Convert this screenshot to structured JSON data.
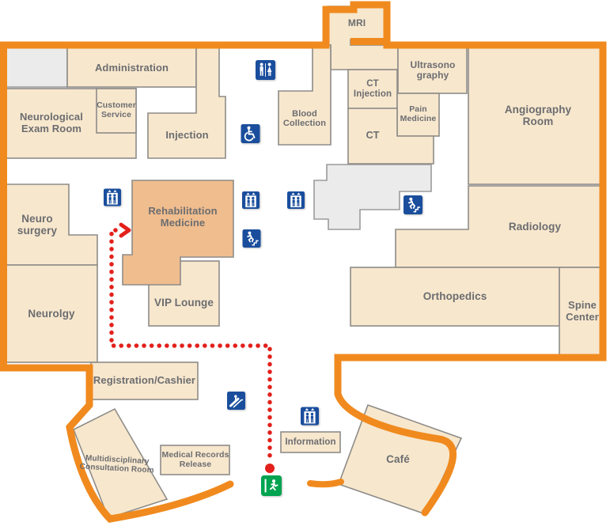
{
  "rooms": {
    "administration": {
      "label": "Administration"
    },
    "neurological_exam_room": {
      "label": "Neurological Exam Room"
    },
    "customer_service": {
      "label": "Customer Service"
    },
    "injection": {
      "label": "Injection"
    },
    "mri": {
      "label": "MRI"
    },
    "ultrasonography": {
      "label": "Ultrasono graphy"
    },
    "ct_injection": {
      "label": "CT Injection"
    },
    "pain_medicine": {
      "label": "Pain Medicine"
    },
    "ct": {
      "label": "CT"
    },
    "angiography_room": {
      "label": "Angiography Room"
    },
    "blood_collection": {
      "label": "Blood Collection"
    },
    "rehabilitation_medicine": {
      "label": "Rehabilitation Medicine",
      "highlighted": true
    },
    "vip_lounge": {
      "label": "VIP Lounge"
    },
    "neuro_surgery": {
      "label": "Neuro surgery"
    },
    "neurolgy": {
      "label": "Neurolgy"
    },
    "radiology": {
      "label": "Radiology"
    },
    "orthopedics": {
      "label": "Orthopedics"
    },
    "spine_center": {
      "label": "Spine Center"
    },
    "registration_cashier": {
      "label": "Registration/Cashier"
    },
    "multidisciplinary_consultation_room": {
      "label": "Multidisciplinary Consultation Room"
    },
    "medical_records_release": {
      "label": "Medical Records Release"
    },
    "information": {
      "label": "Information"
    },
    "cafe": {
      "label": "Café"
    }
  },
  "icons": {
    "restroom": "restroom",
    "wheelchair": "wheelchair-accessible",
    "elevator": "elevator",
    "stairs": "emergency-stairs",
    "escalator": "escalator",
    "exit": "emergency-exit"
  },
  "colors": {
    "room_fill": "#F7E7CD",
    "highlight_fill": "#F0BD8E",
    "boundary_orange": "#F08A1E",
    "icon_blue": "#1A4E9D",
    "exit_green": "#00A350",
    "route_red": "#E3201B",
    "wall_gray": "#8E8C88",
    "area_gray": "#EBEBEB",
    "label_text": "#6C6D70"
  }
}
